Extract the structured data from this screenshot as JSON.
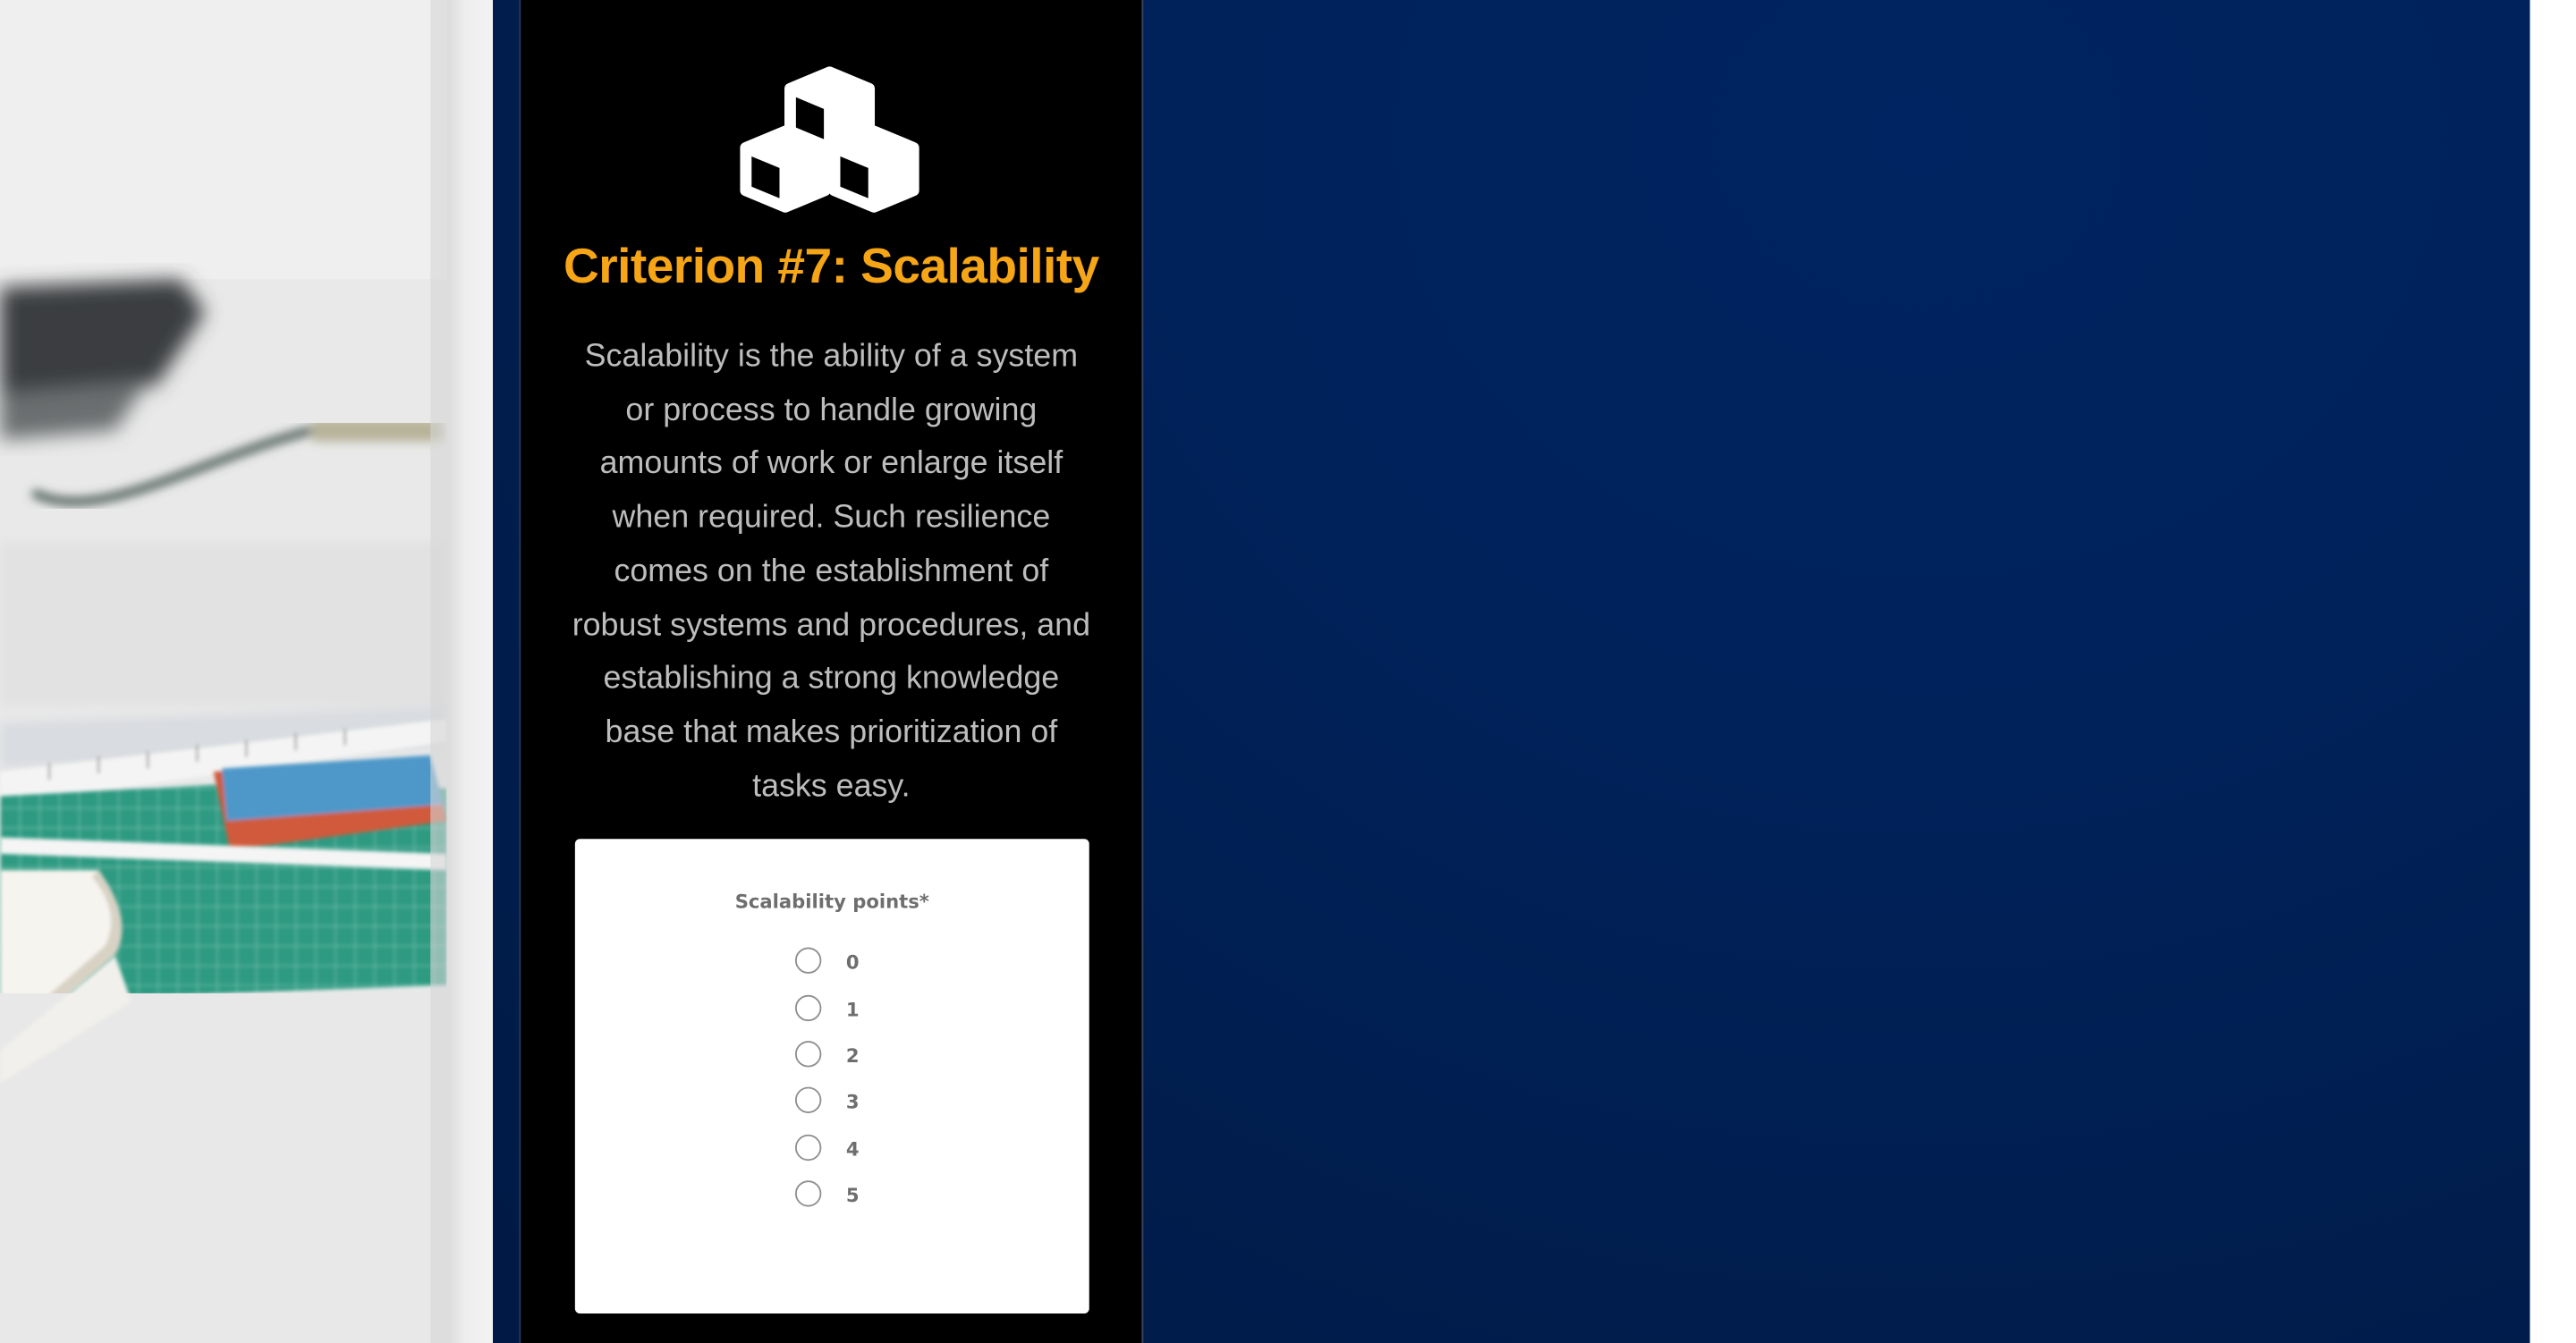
{
  "criterion": {
    "icon": "cubes-icon",
    "title": "Criterion #7: Scalability",
    "description": "Scalability is the ability of a system or process to handle growing amounts of work or enlarge itself when required. Such resilience comes on the establishment of robust systems and procedures, and establishing a strong knowledge base that makes prioritization of tasks easy.",
    "title_color": "#f5a516"
  },
  "form": {
    "question_label": "Scalability points*",
    "options": [
      {
        "label": "0"
      },
      {
        "label": "1"
      },
      {
        "label": "2"
      },
      {
        "label": "3"
      },
      {
        "label": "4"
      },
      {
        "label": "5"
      }
    ]
  },
  "colors": {
    "background_navy": "#00225b",
    "card_black": "#000000",
    "accent_orange": "#f5a516"
  }
}
